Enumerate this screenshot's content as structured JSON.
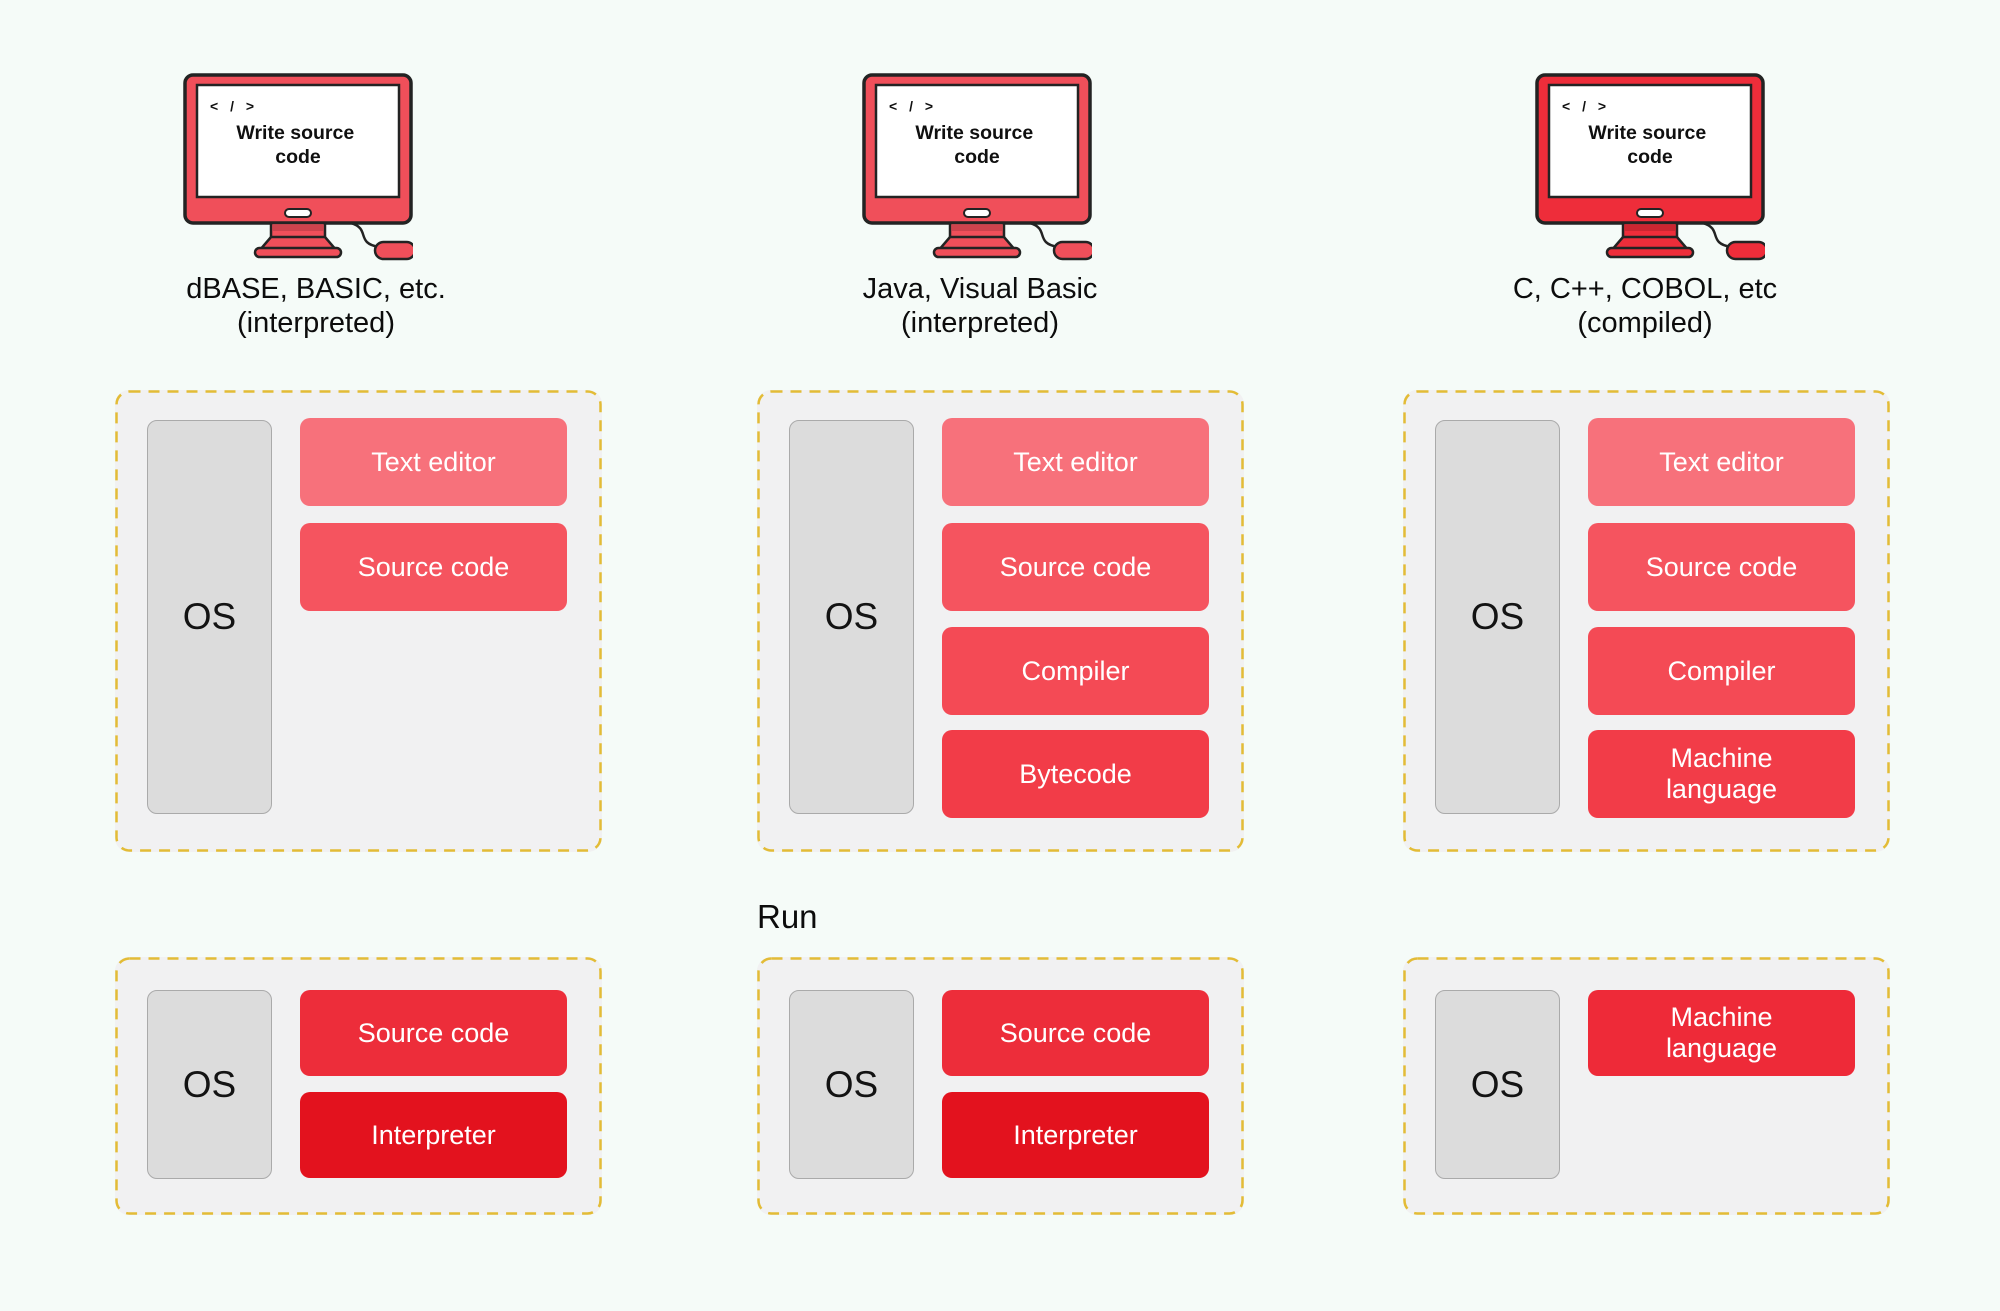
{
  "palette": {
    "page-bg": "#f5fbf8",
    "panel-bg": "#f1f1f2",
    "dash": "#e3bc36",
    "os-bg": "#dcdcdc",
    "outline": "#232323"
  },
  "monitor": {
    "code_glyph": "< / >",
    "screen_line1": "Write source",
    "screen_line2": "code"
  },
  "os_label": "OS",
  "run_heading": "Run",
  "columns": [
    {
      "caption_line1": "dBASE, BASIC, etc.",
      "caption_line2": "(interpreted)",
      "monitor_color": "#f04f5a",
      "build_items": [
        {
          "label": "Text editor",
          "color": "#f7717b"
        },
        {
          "label": "Source code",
          "color": "#f5545f"
        }
      ],
      "run_items": [
        {
          "label": "Source code",
          "color": "#ed2d3a"
        },
        {
          "label": "Interpreter",
          "color": "#e3121e"
        }
      ]
    },
    {
      "caption_line1": "Java, Visual Basic",
      "caption_line2": "(interpreted)",
      "monitor_color": "#f04f5a",
      "build_items": [
        {
          "label": "Text editor",
          "color": "#f7717b"
        },
        {
          "label": "Source code",
          "color": "#f5545f"
        },
        {
          "label": "Compiler",
          "color": "#f44a55"
        },
        {
          "label": "Bytecode",
          "color": "#f23c48"
        }
      ],
      "run_items": [
        {
          "label": "Source code",
          "color": "#ed2d3a"
        },
        {
          "label": "Interpreter",
          "color": "#e3121e"
        }
      ]
    },
    {
      "caption_line1": "C, C++, COBOL, etc",
      "caption_line2": "(compiled)",
      "monitor_color": "#ee2d3a",
      "build_items": [
        {
          "label": "Text editor",
          "color": "#f7717b"
        },
        {
          "label": "Source code",
          "color": "#f5545f"
        },
        {
          "label": "Compiler",
          "color": "#f44a55"
        },
        {
          "label": "Machine\nlanguage",
          "color": "#f23c48"
        }
      ],
      "run_items": [
        {
          "label": "Machine\nlanguage",
          "color": "#ee2a38"
        }
      ]
    }
  ]
}
